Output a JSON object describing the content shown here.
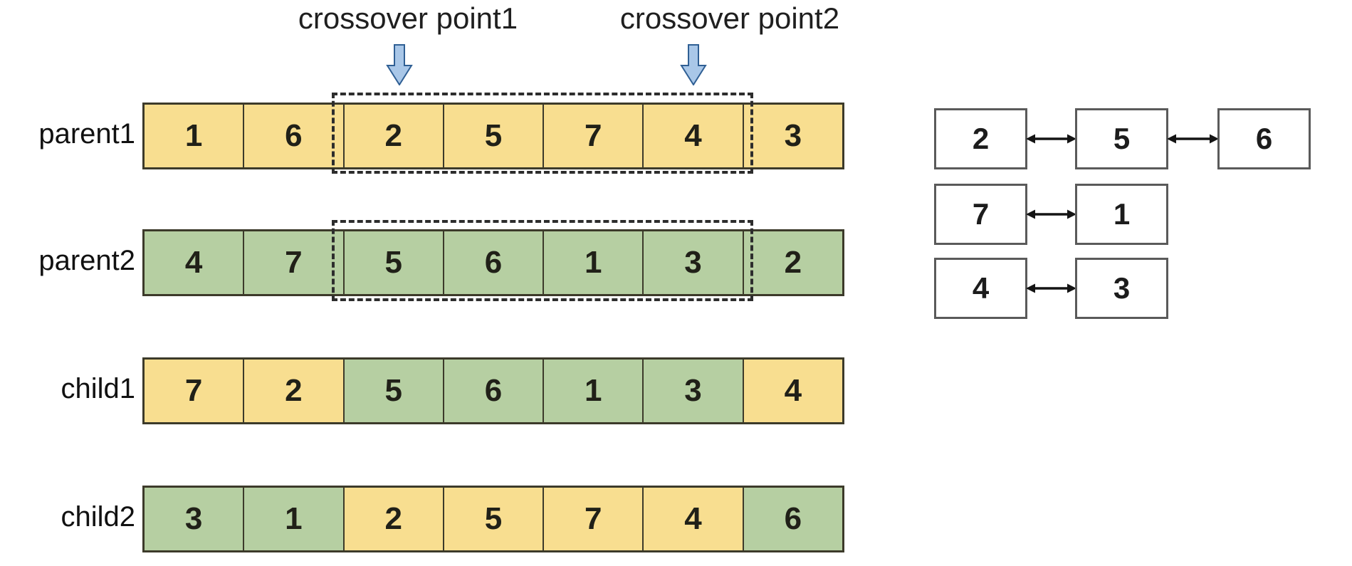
{
  "colors": {
    "yellow": "#F8DE90",
    "green": "#B6CFA2",
    "cell-border": "#3C3A2A",
    "box-border": "#5A5A5A",
    "dash": "#2D2D2D",
    "arrow-fill": "#A9C7E8",
    "arrow-stroke": "#2F5F94",
    "text": "#1B1B1B"
  },
  "annotations": {
    "point1_label": "crossover point1",
    "point2_label": "crossover point2"
  },
  "rows": [
    {
      "label": "parent1",
      "cells": [
        {
          "v": "1",
          "c": "yellow"
        },
        {
          "v": "6",
          "c": "yellow"
        },
        {
          "v": "2",
          "c": "yellow"
        },
        {
          "v": "5",
          "c": "yellow"
        },
        {
          "v": "7",
          "c": "yellow"
        },
        {
          "v": "4",
          "c": "yellow"
        },
        {
          "v": "3",
          "c": "yellow"
        }
      ]
    },
    {
      "label": "parent2",
      "cells": [
        {
          "v": "4",
          "c": "green"
        },
        {
          "v": "7",
          "c": "green"
        },
        {
          "v": "5",
          "c": "green"
        },
        {
          "v": "6",
          "c": "green"
        },
        {
          "v": "1",
          "c": "green"
        },
        {
          "v": "3",
          "c": "green"
        },
        {
          "v": "2",
          "c": "green"
        }
      ]
    },
    {
      "label": "child1",
      "cells": [
        {
          "v": "7",
          "c": "yellow"
        },
        {
          "v": "2",
          "c": "yellow"
        },
        {
          "v": "5",
          "c": "green"
        },
        {
          "v": "6",
          "c": "green"
        },
        {
          "v": "1",
          "c": "green"
        },
        {
          "v": "3",
          "c": "green"
        },
        {
          "v": "4",
          "c": "yellow"
        }
      ]
    },
    {
      "label": "child2",
      "cells": [
        {
          "v": "3",
          "c": "green"
        },
        {
          "v": "1",
          "c": "green"
        },
        {
          "v": "2",
          "c": "yellow"
        },
        {
          "v": "5",
          "c": "yellow"
        },
        {
          "v": "7",
          "c": "yellow"
        },
        {
          "v": "4",
          "c": "yellow"
        },
        {
          "v": "6",
          "c": "green"
        }
      ]
    }
  ],
  "mapping": {
    "rows": [
      {
        "boxes": [
          "2",
          "5",
          "6"
        ]
      },
      {
        "boxes": [
          "7",
          "1"
        ]
      },
      {
        "boxes": [
          "4",
          "3"
        ]
      }
    ]
  }
}
